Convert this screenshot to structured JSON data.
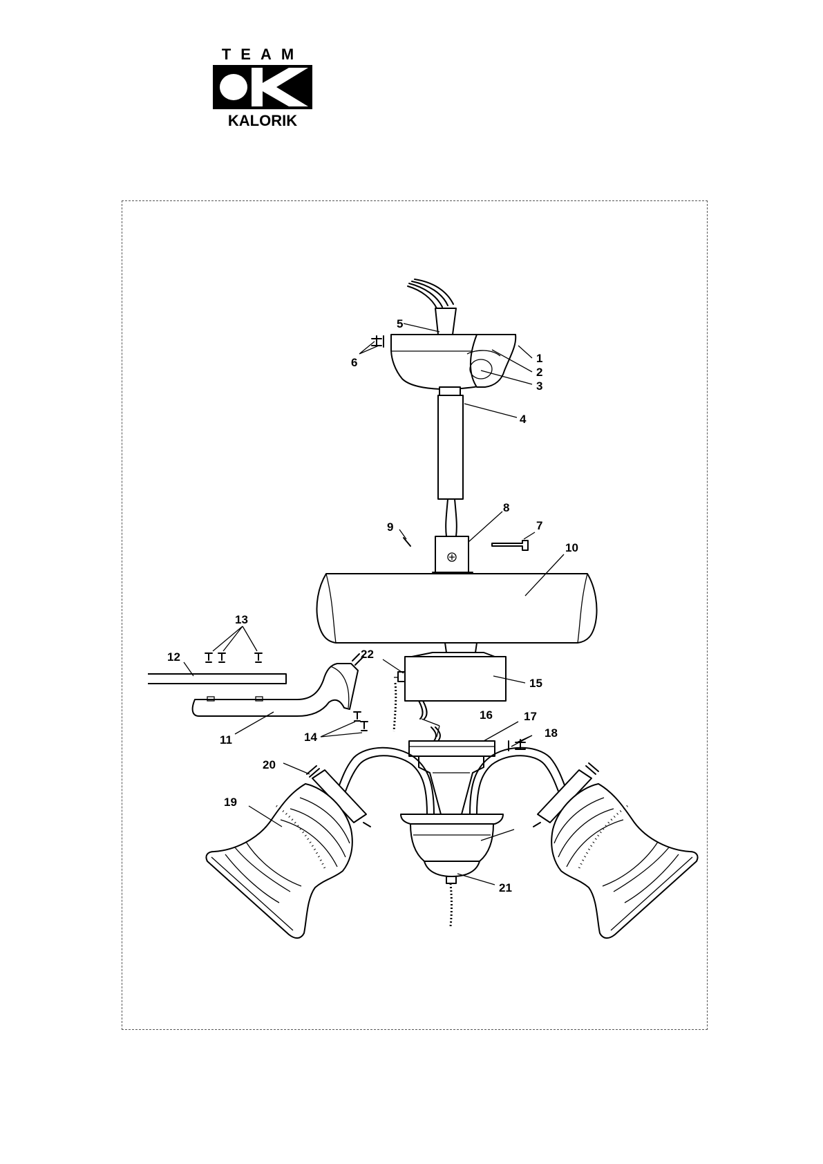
{
  "logo": {
    "top_text": "TEAM",
    "bottom_text": "KALORIK"
  },
  "labels": {
    "p1": "1",
    "p2": "2",
    "p3": "3",
    "p4": "4",
    "p5": "5",
    "p6": "6",
    "p7": "7",
    "p8": "8",
    "p9": "9",
    "p10": "10",
    "p11": "11",
    "p12": "12",
    "p13": "13",
    "p14": "14",
    "p15": "15",
    "p16": "16",
    "p17": "17",
    "p18": "18",
    "p19": "19",
    "p20": "20",
    "p21": "21",
    "p22": "22"
  }
}
